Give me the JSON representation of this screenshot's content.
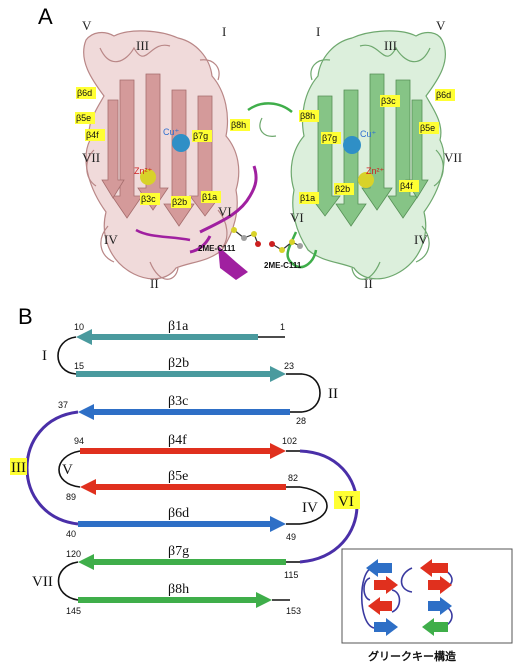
{
  "panels": {
    "a": "A",
    "b": "B"
  },
  "colors": {
    "pink_ribbon": "#d8a4a4",
    "green_ribbon": "#8bc48b",
    "magenta": "#a020a0",
    "teal": "#4a9a9e",
    "blue": "#2e6fc6",
    "red": "#e0301e",
    "green": "#3fae4a",
    "loop_purple": "#4a2fa8",
    "highlight": "#ffff33"
  },
  "structure": {
    "left_romans": [
      "V",
      "III",
      "I",
      "VII",
      "VI",
      "IV",
      "II"
    ],
    "right_romans": [
      "I",
      "III",
      "V",
      "VII",
      "VI",
      "IV",
      "II"
    ],
    "left_tags": [
      "β6d",
      "β5e",
      "β4f",
      "β3c",
      "β2b",
      "β1a",
      "β7g",
      "β8h"
    ],
    "right_tags": [
      "β8h",
      "β3c",
      "β6d",
      "β7g",
      "β5e",
      "β4f",
      "β1a",
      "β2b"
    ],
    "ion_cu": "Cu⁺",
    "ion_zn": "Zn²⁺",
    "me_left": "2ME-C111",
    "me_right": "2ME-C111"
  },
  "topology": {
    "strands": [
      "β1a",
      "β2b",
      "β3c",
      "β4f",
      "β5e",
      "β6d",
      "β7g",
      "β8h"
    ],
    "numbers": [
      "10",
      "1",
      "15",
      "23",
      "28",
      "37",
      "94",
      "102",
      "89",
      "82",
      "40",
      "49",
      "120",
      "115",
      "145",
      "153"
    ],
    "loops": [
      "I",
      "II",
      "III",
      "V",
      "VI",
      "IV",
      "VII"
    ]
  },
  "legend": {
    "caption": "グリークキー構造"
  }
}
